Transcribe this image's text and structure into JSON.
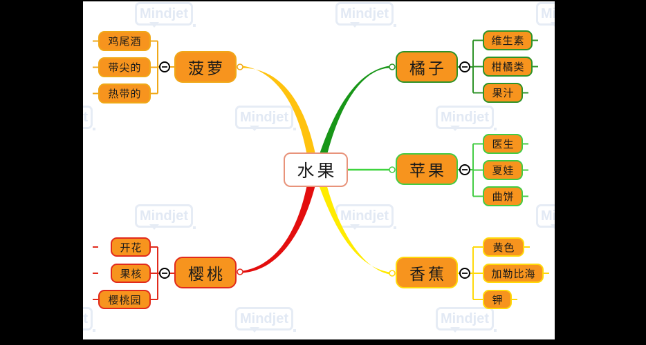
{
  "watermark": {
    "text": "Mindjet"
  },
  "colors": {
    "frame_bg": "#000000",
    "canvas_bg": "#FFFFFF",
    "node_fill": "#F7941E",
    "node_text": "#1A1A1A",
    "center_border": "#E8937A",
    "watermark": "#E6ECF5",
    "pineapple_branch": "#FFC20E",
    "pineapple_line": "#F0A818",
    "orange_branch": "#189618",
    "orange_line": "#2E9327",
    "apple_branch": "#3ED43E",
    "apple_line": "#44CC44",
    "banana_branch": "#FFEB00",
    "banana_line": "#FFD90A",
    "cherry_branch": "#E30E0E",
    "cherry_line": "#E12A1C"
  },
  "map": {
    "root": {
      "label": "水果"
    },
    "branches": [
      {
        "label": "菠萝",
        "side": "top-left",
        "children": [
          "鸡尾酒",
          "带尖的",
          "热带的"
        ]
      },
      {
        "label": "橘子",
        "side": "top-right",
        "children": [
          "维生素",
          "柑橘类",
          "果汁"
        ]
      },
      {
        "label": "苹果",
        "side": "right",
        "children": [
          "医生",
          "夏娃",
          "曲饼"
        ]
      },
      {
        "label": "香蕉",
        "side": "bottom-right",
        "children": [
          "黄色",
          "加勒比海",
          "钾"
        ]
      },
      {
        "label": "樱桃",
        "side": "bottom-left",
        "children": [
          "开花",
          "果核",
          "樱桃园"
        ]
      }
    ]
  }
}
